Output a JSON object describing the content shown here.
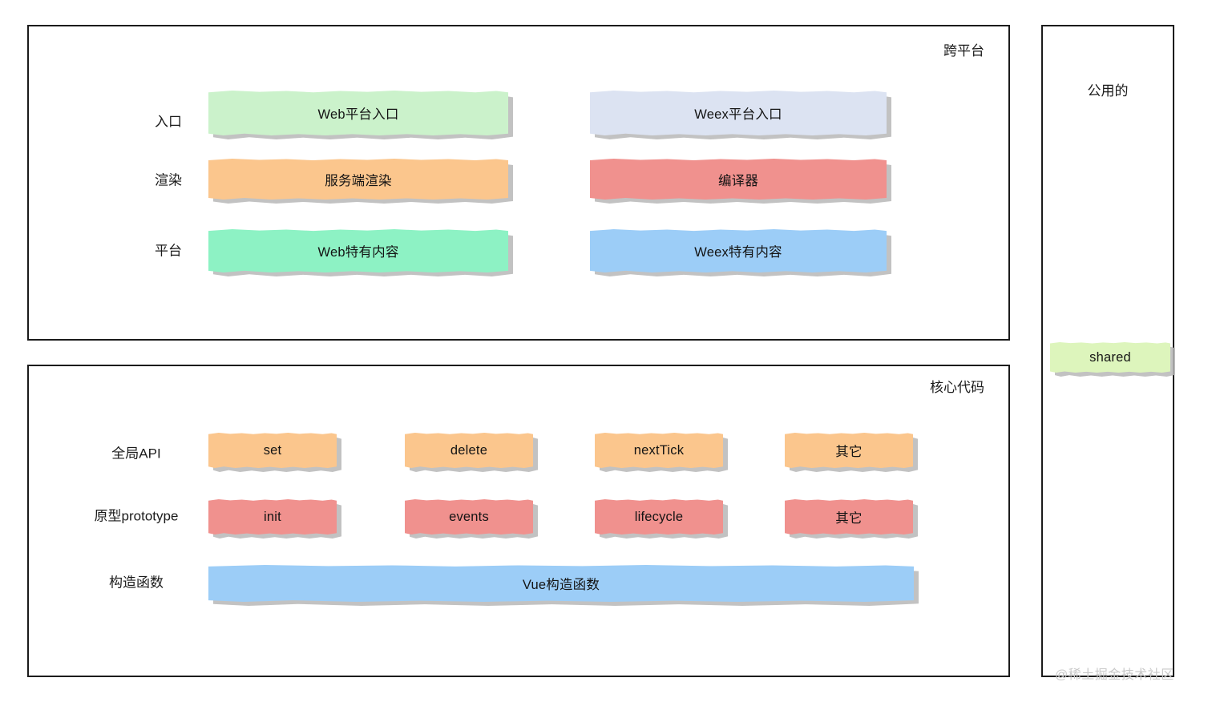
{
  "diagram": {
    "watermark": "@稀土掘金技术社区",
    "palette": {
      "light_green": "#cbf2cb",
      "mint_green": "#8df2c4",
      "orange": "#fbc68d",
      "salmon": "#f0918e",
      "pale_blue": "#dce3f2",
      "blue": "#9ccdf7",
      "shared_green": "#ddf5bc",
      "border": "#1b1b1b",
      "shadow": "#b7b7b7"
    },
    "panels": [
      {
        "id": "cross-platform",
        "title": "跨平台",
        "rows": [
          {
            "label": "入口",
            "boxes": [
              {
                "text": "Web平台入口",
                "color": "light_green"
              },
              {
                "text": "Weex平台入口",
                "color": "pale_blue"
              }
            ]
          },
          {
            "label": "渲染",
            "boxes": [
              {
                "text": "服务端渲染",
                "color": "orange"
              },
              {
                "text": "编译器",
                "color": "salmon"
              }
            ]
          },
          {
            "label": "平台",
            "boxes": [
              {
                "text": "Web特有内容",
                "color": "mint_green"
              },
              {
                "text": "Weex特有内容",
                "color": "blue"
              }
            ]
          }
        ]
      },
      {
        "id": "core-code",
        "title": "核心代码",
        "rows": [
          {
            "label": "全局API",
            "boxes": [
              {
                "text": "set",
                "color": "orange"
              },
              {
                "text": "delete",
                "color": "orange"
              },
              {
                "text": "nextTick",
                "color": "orange"
              },
              {
                "text": "其它",
                "color": "orange"
              }
            ]
          },
          {
            "label": "原型prototype",
            "boxes": [
              {
                "text": "init",
                "color": "salmon"
              },
              {
                "text": "events",
                "color": "salmon"
              },
              {
                "text": "lifecycle",
                "color": "salmon"
              },
              {
                "text": "其它",
                "color": "salmon"
              }
            ]
          },
          {
            "label": "构造函数",
            "boxes": [
              {
                "text": "Vue构造函数",
                "color": "blue"
              }
            ]
          }
        ]
      },
      {
        "id": "shared",
        "title": "公用的",
        "rows": [
          {
            "label": "",
            "boxes": [
              {
                "text": "shared",
                "color": "shared_green"
              }
            ]
          }
        ]
      }
    ]
  }
}
